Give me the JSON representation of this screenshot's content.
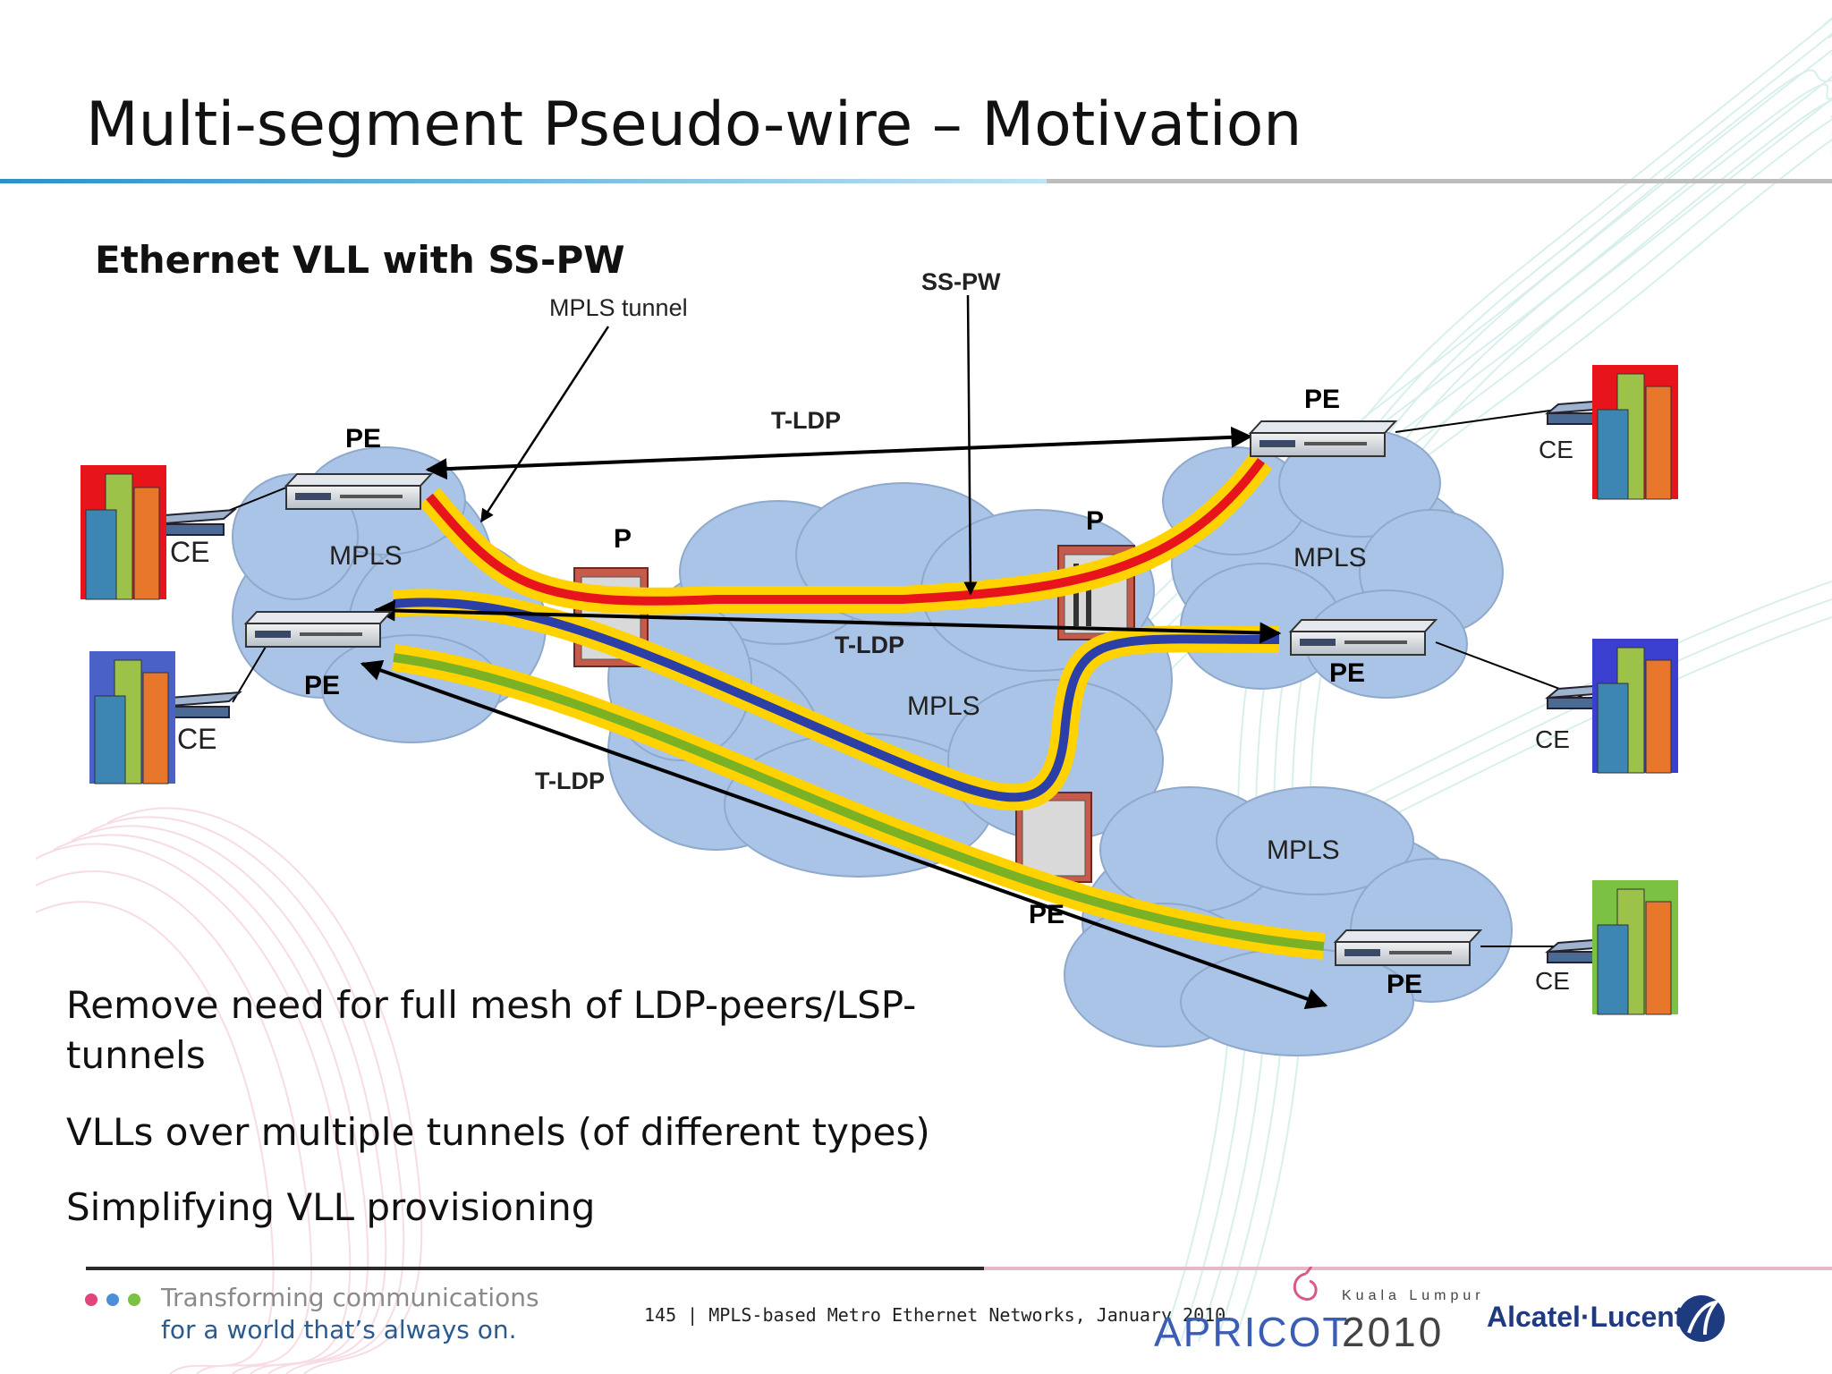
{
  "slide": {
    "title": "Multi-segment Pseudo-wire – Motivation",
    "subtitle": "Ethernet VLL with SS-PW",
    "bullets": [
      "Remove need for full mesh of LDP-peers/LSP-",
      "tunnels",
      "VLLs over multiple tunnels (of different types)",
      "Simplifying VLL provisioning"
    ]
  },
  "diagram": {
    "annotations": {
      "mpls_tunnel": "MPLS tunnel",
      "ss_pw": "SS-PW",
      "t_ldp_top": "T-LDP",
      "t_ldp_middle": "T-LDP",
      "t_ldp_bottom": "T-LDP"
    },
    "clouds": {
      "left": "MPLS",
      "center": "MPLS",
      "right": "MPLS",
      "bottom": "MPLS"
    },
    "nodes": {
      "pe_left_top": "PE",
      "pe_left_bottom": "PE",
      "p_left": "P",
      "p_right": "P",
      "pe_right_top": "PE",
      "pe_right_middle": "PE",
      "pe_center_bottom": "PE",
      "pe_bottom_right": "PE",
      "ce_left_top": "CE",
      "ce_left_bottom": "CE",
      "ce_right_top": "CE",
      "ce_right_middle": "CE",
      "ce_right_bottom": "CE"
    },
    "colors": {
      "cloud": "#a9c4e6",
      "tunnel_outer": "#ffd200",
      "pw_red": "#e8141c",
      "pw_blue": "#2b3fa6",
      "pw_green": "#7bb124"
    }
  },
  "footer": {
    "tagline_line1": "Transforming communications",
    "tagline_line2": "for a world that’s always on.",
    "page_info": "145 | MPLS-based Metro Ethernet Networks, January 2010",
    "event_name": "APRICOT",
    "event_year": "2010",
    "event_city": "Kuala Lumpur",
    "brand": "Alcatel·Lucent",
    "dot_colors": [
      "#e0457b",
      "#4a8fd8",
      "#7bc142"
    ]
  }
}
